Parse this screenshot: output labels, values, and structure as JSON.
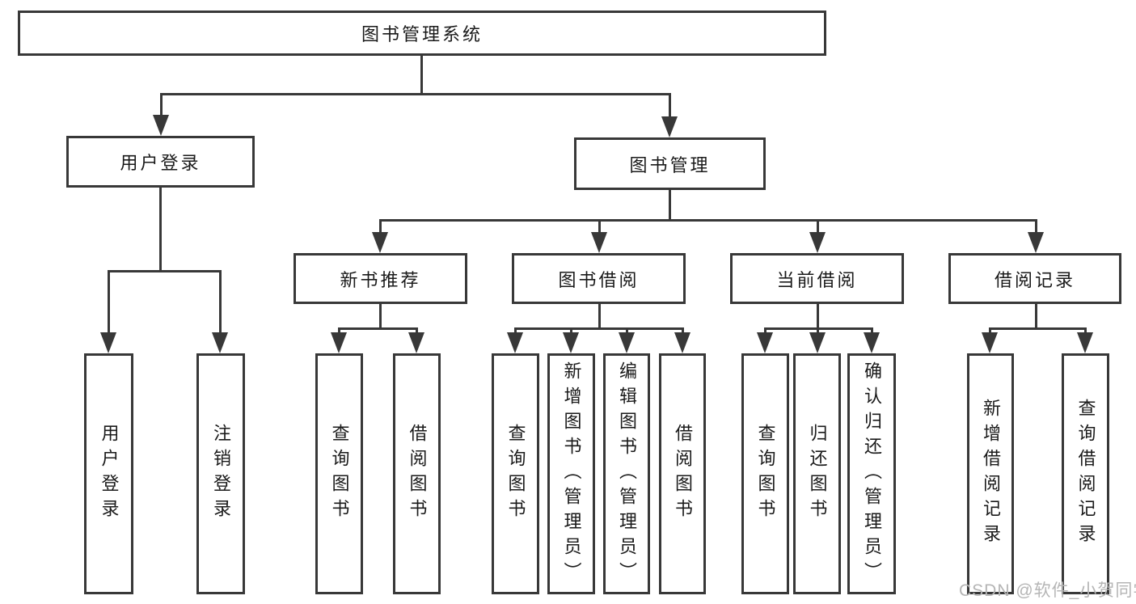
{
  "diagram": {
    "title": "图书管理系统",
    "colors": {
      "line": "#383838",
      "text": "#1a1a1a",
      "box_background": "#ffffff",
      "watermark": "#b5b5b5",
      "background": "#ffffff"
    },
    "root": {
      "label": "图书管理系统"
    },
    "level2": [
      {
        "label": "用户登录"
      },
      {
        "label": "图书管理"
      }
    ],
    "level3": [
      {
        "label": "新书推荐"
      },
      {
        "label": "图书借阅"
      },
      {
        "label": "当前借阅"
      },
      {
        "label": "借阅记录"
      }
    ],
    "leaves": {
      "user_login": [
        {
          "label": "用户登录"
        },
        {
          "label": "注销登录"
        }
      ],
      "new_book": [
        {
          "label": "查询图书"
        },
        {
          "label": "借阅图书"
        }
      ],
      "book_borrow": [
        {
          "label": "查询图书"
        },
        {
          "label": "新增图书（管理员）"
        },
        {
          "label": "编辑图书（管理员）"
        },
        {
          "label": "借阅图书"
        }
      ],
      "current_borrow": [
        {
          "label": "查询图书"
        },
        {
          "label": "归还图书"
        },
        {
          "label": "确认归还（管理员）"
        }
      ],
      "borrow_record": [
        {
          "label": "新增借阅记录"
        },
        {
          "label": "查询借阅记录"
        }
      ]
    }
  },
  "watermark": {
    "text": "CSDN @软件_小贺同学"
  }
}
